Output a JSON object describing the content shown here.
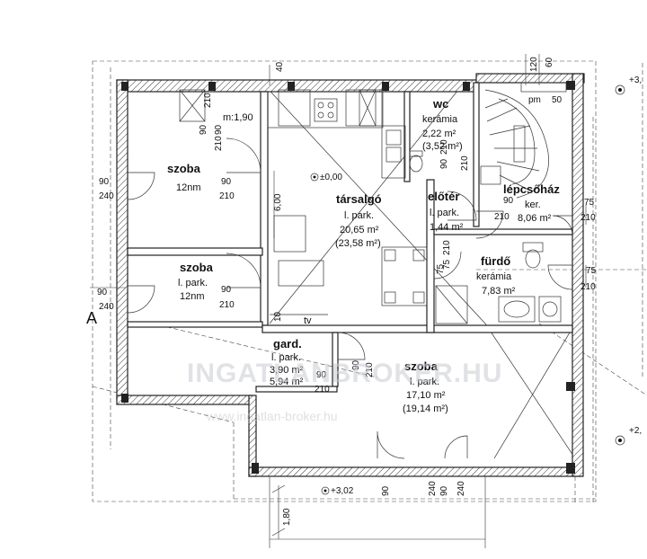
{
  "rooms": [
    {
      "name": "szoba",
      "floor": "12nm"
    },
    {
      "name": "szoba",
      "floor": "l. park.",
      "area": "12nm"
    },
    {
      "name": "társalgó",
      "floor": "l. park.",
      "area": "20,65 m²",
      "area2": "(23,58 m²)"
    },
    {
      "name": "wc",
      "floor": "kerámia",
      "area": "2,22 m²",
      "area2": "(3,52 m²)"
    },
    {
      "name": "előtér",
      "floor": "l. park.",
      "area": "1,44 m²"
    },
    {
      "name": "lépcsőház",
      "floor": "ker.",
      "area": "8,06 m²"
    },
    {
      "name": "fürdő",
      "floor": "kerámia",
      "area": "7,83 m²"
    },
    {
      "name": "gard.",
      "floor": "l. park.",
      "area": "3,90 m²",
      "area2": "5,94 m²"
    },
    {
      "name": "szoba",
      "floor": "l. park.",
      "area": "17,10 m²",
      "area2": "(19,14 m²)"
    }
  ],
  "labels": {
    "level_pm": "±0,00",
    "ceiling": "m:1,90",
    "level_top_right": "+3,",
    "level_bottom_right": "+2,",
    "level_bottom": "+3,02",
    "section_a": "A",
    "tv": "tv",
    "dim_180": "1,80",
    "dim_600": "6,00",
    "dim_40": "40",
    "dim_120": "120",
    "dim_60": "60",
    "pm": "pm",
    "pm_50": "50",
    "dim_10": "10"
  },
  "door_marks": [
    {
      "a": "90",
      "b": "210"
    },
    {
      "a": "90",
      "b": "240"
    },
    {
      "a": "90",
      "b": "210"
    },
    {
      "a": "90",
      "b": "210"
    },
    {
      "a": "90",
      "b": "240"
    },
    {
      "a": "90",
      "b": "210"
    },
    {
      "a": "75",
      "b": "210"
    },
    {
      "a": "75",
      "b": "210"
    },
    {
      "a": "90",
      "b": "210"
    },
    {
      "a": "90",
      "b": "210"
    },
    {
      "a": "75",
      "b": "210"
    },
    {
      "a": "75",
      "b": "210"
    },
    {
      "a": "90",
      "b": "210"
    },
    {
      "a": "90",
      "b": "210"
    },
    {
      "a": "90",
      "b": "240"
    },
    {
      "a": "90",
      "b": "240"
    }
  ],
  "watermark": {
    "main": "INGATLANBROKER.HU",
    "sub": "www.ingatlan-broker.hu"
  }
}
